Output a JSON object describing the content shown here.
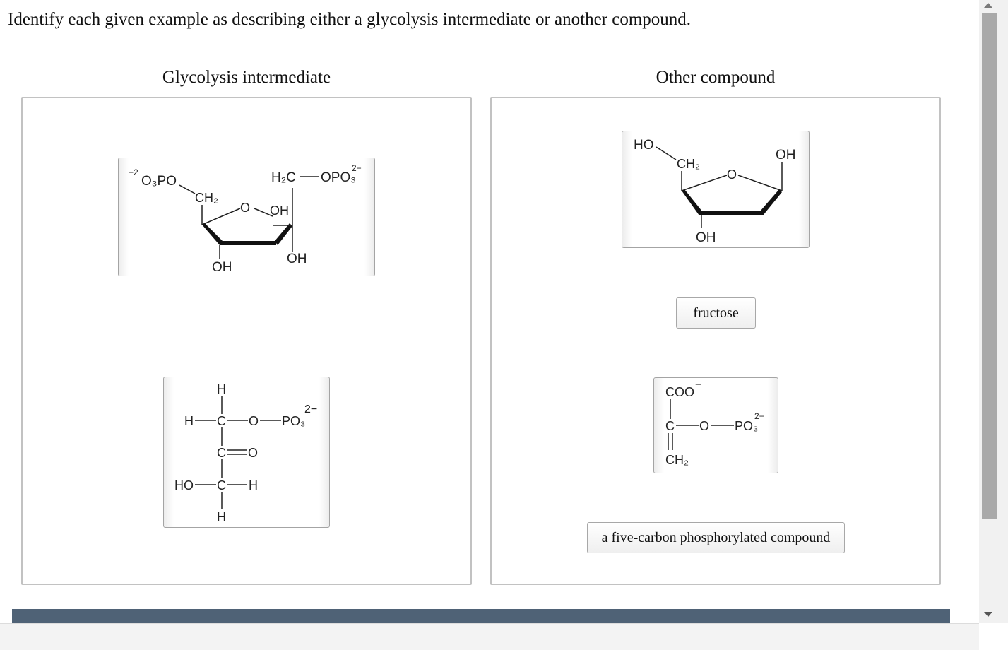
{
  "prompt": "Identify each given example as describing either a glycolysis intermediate or another compound.",
  "bins": {
    "left_title": "Glycolysis intermediate",
    "right_title": "Other compound"
  },
  "cards": {
    "f16bp": {
      "charge_left": "−2",
      "o3po": "O₃PO",
      "ch2": "CH₂",
      "ring_o": "O",
      "oh_top": "OH",
      "h2c": "H₂C",
      "opo3": "OPO₃",
      "charge_right": "2−",
      "oh_bottom_left": "OH",
      "oh_bottom_right": "OH"
    },
    "ribose": {
      "ho": "HO",
      "ch2": "CH₂",
      "ring_o": "O",
      "oh_right": "OH",
      "oh_bottom": "OH"
    },
    "dhap": {
      "h_top": "H",
      "h_left": "H",
      "c1": "C",
      "o": "O",
      "po3": "PO₃",
      "charge": "2−",
      "c2": "C",
      "o2": "O",
      "ho": "HO",
      "c3": "C",
      "h_right": "H",
      "h_bottom": "H"
    },
    "pep": {
      "coo": "COO",
      "minus": "−",
      "c": "C",
      "o": "O",
      "po3": "PO₃",
      "charge": "2−",
      "ch2": "CH₂"
    }
  },
  "chips": {
    "fructose": "fructose",
    "five_carbon": "a five-carbon phosphorylated compound"
  }
}
